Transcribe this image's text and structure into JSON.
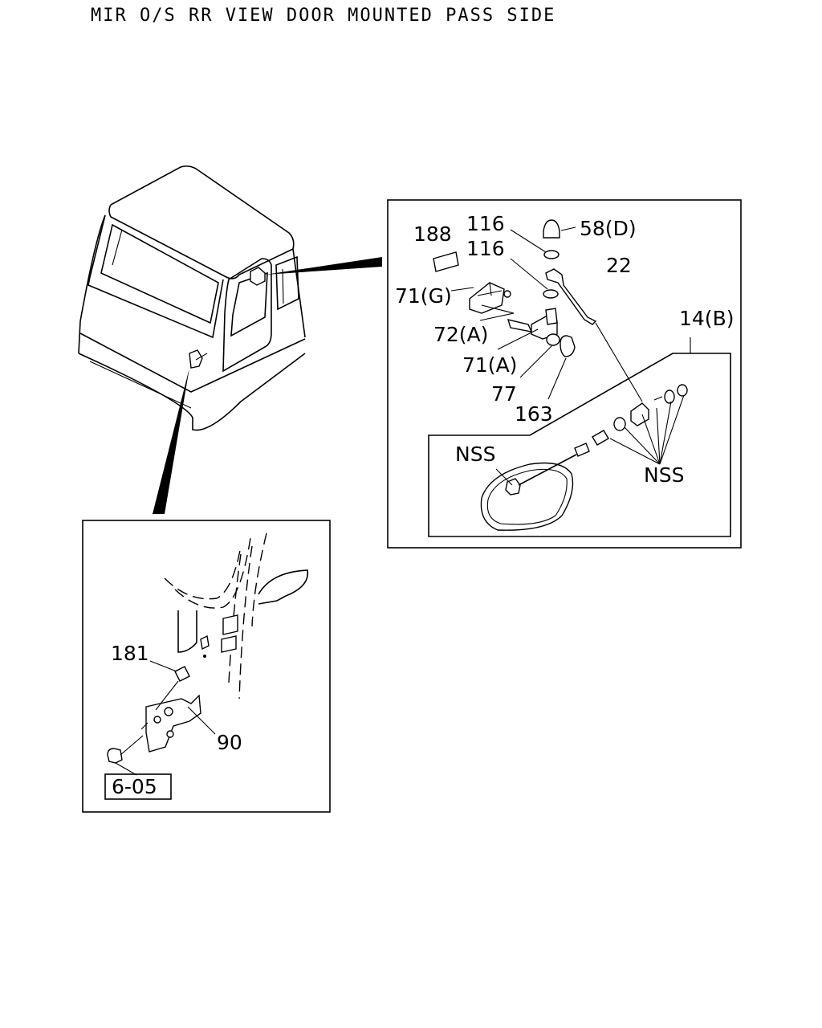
{
  "title": "MIR O/S RR VIEW DOOR MOUNTED PASS SIDE",
  "callouts": {
    "p116a": "116",
    "p116b": "116",
    "p58d": "58(D)",
    "p188": "188",
    "p22": "22",
    "p71g": "71(G)",
    "p72a": "72(A)",
    "p14b": "14(B)",
    "p71a": "71(A)",
    "p77": "77",
    "p163": "163",
    "nss_left": "NSS",
    "nss_right": "NSS",
    "p181": "181",
    "p90": "90",
    "ref_605": "6-05"
  }
}
